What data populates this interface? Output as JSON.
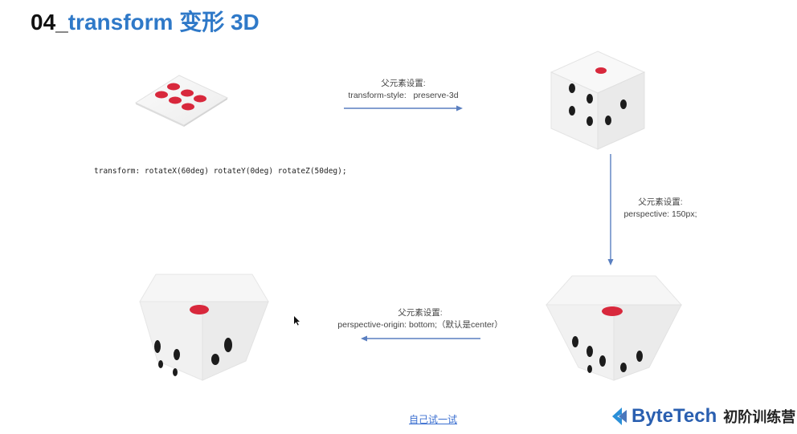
{
  "title": {
    "number": "04_",
    "text": "transform 变形 3D"
  },
  "code": {
    "transform": "transform: rotateX(60deg) rotateY(0deg) rotateZ(50deg);"
  },
  "steps": [
    {
      "line1": "父元素设置:",
      "line2": "transform-style:   preserve-3d"
    },
    {
      "line1": "父元素设置:",
      "line2": "perspective: 150px;"
    },
    {
      "line1": "父元素设置:",
      "line2": "perspective-origin: bottom;（默认是center）"
    }
  ],
  "try_link": "自己试一试",
  "brand": {
    "name": "ByteTech",
    "subtitle": "初阶训练营"
  },
  "colors": {
    "title_accent": "#2f79c8",
    "arrow": "#5a7fc0",
    "pip_red": "#d8283c",
    "pip_black": "#1c1c1c",
    "brand": "#2a5fb0"
  }
}
